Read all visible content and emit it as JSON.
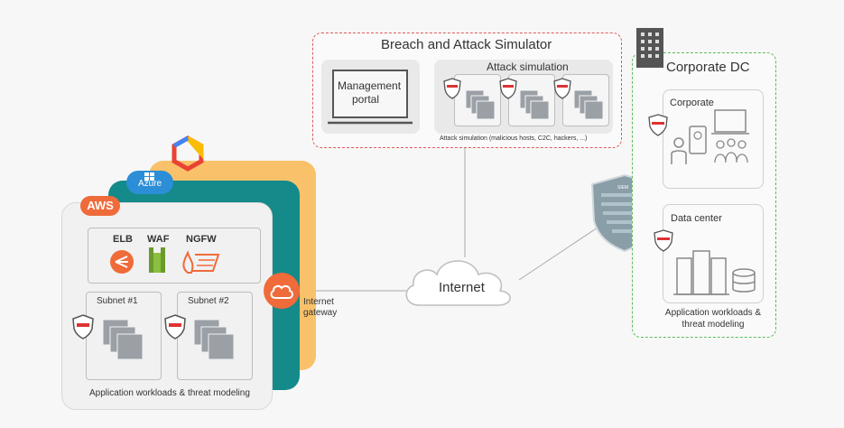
{
  "cloud": {
    "aws_label": "AWS",
    "azure_label": "Azure",
    "services": [
      {
        "name": "ELB",
        "color": "#ef6b3a"
      },
      {
        "name": "WAF",
        "color": "#6a9a2c"
      },
      {
        "name": "NGFW",
        "color": "#ef6b3a"
      }
    ],
    "subnets": [
      "Subnet #1",
      "Subnet #2"
    ],
    "footer": "Application workloads & threat modeling",
    "gateway_line1": "Internet",
    "gateway_line2": "gateway"
  },
  "internet_label": "Internet",
  "bas": {
    "title": "Breach and Attack Simulator",
    "portal_line1": "Management",
    "portal_line2": "portal",
    "attack_title": "Attack simulation",
    "attack_caption": "Attack simulation (malicious hosts, C2C, hackers, ...)"
  },
  "corporate_dc": {
    "title": "Corporate DC",
    "corporate_label": "Corporate",
    "datacenter_label": "Data center",
    "footer_line1": "Application workloads &",
    "footer_line2": "threat modeling"
  },
  "siem_label": "SIEM",
  "colors": {
    "aws": "#ef6b3a",
    "azure": "#2c8ed6",
    "gcp_layer": "#f9c16a",
    "teal_layer": "#158a8a",
    "bas_border": "#e05b5b",
    "dc_border": "#5aba5a"
  }
}
